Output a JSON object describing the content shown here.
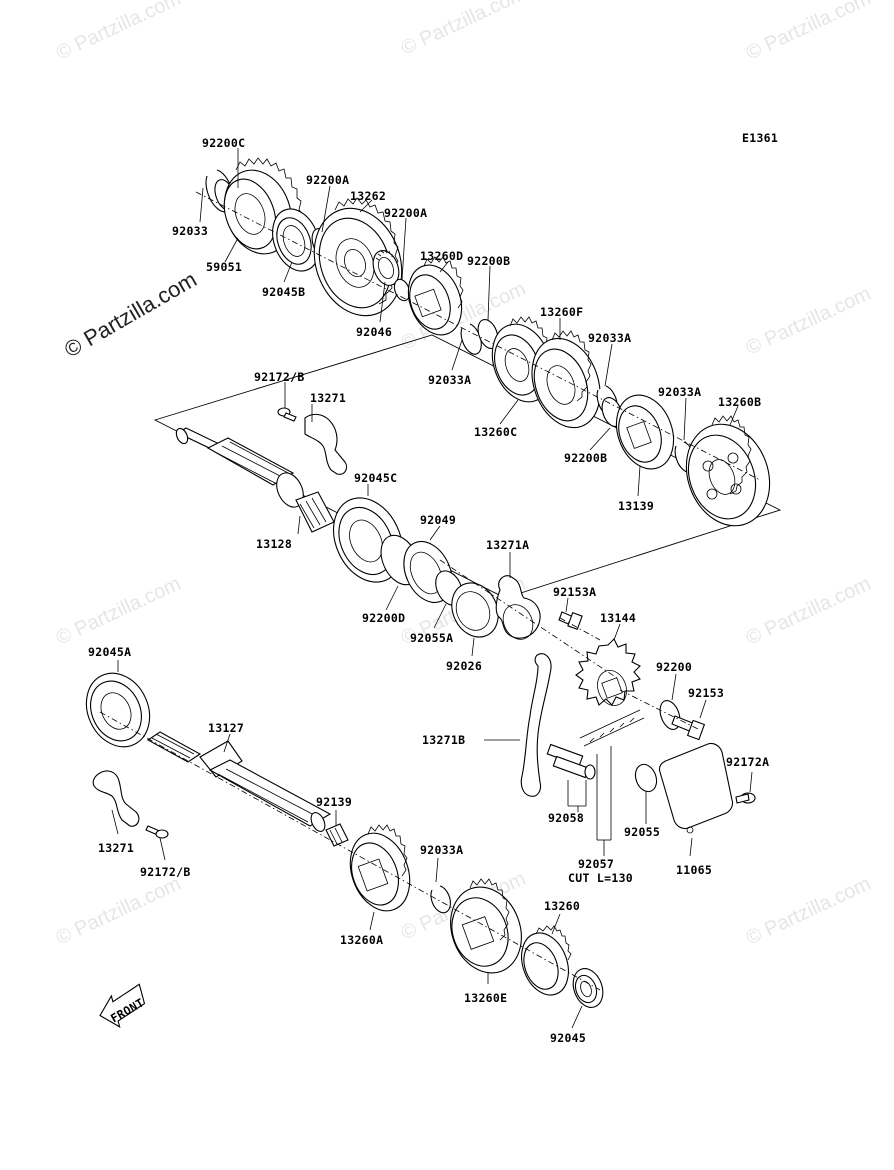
{
  "diagram_code": "E1361",
  "watermark": "© Partzilla.com",
  "watermark_main": "© Partzilla.com",
  "front_label": "FRONT",
  "cut_note": "CUT L=130",
  "parts": {
    "p92200c": "92200C",
    "p92033": "92033",
    "p59051": "59051",
    "p92200a_1": "92200A",
    "p13262": "13262",
    "p92200a_2": "92200A",
    "p92045b": "92045B",
    "p13260d": "13260D",
    "p92046": "92046",
    "p92200b_1": "92200B",
    "p13260f": "13260F",
    "p92033a_1": "92033A",
    "p92033a_2": "92033A",
    "p92033a_3": "92033A",
    "p13260b": "13260B",
    "p13260c": "13260C",
    "p92200b_2": "92200B",
    "p13139": "13139",
    "p92172b_1": "92172/B",
    "p13271_1": "13271",
    "p92045c": "92045C",
    "p13128": "13128",
    "p92049": "92049",
    "p13271a": "13271A",
    "p92200d": "92200D",
    "p92153a": "92153A",
    "p13144": "13144",
    "p92055a": "92055A",
    "p92026": "92026",
    "p92200": "92200",
    "p92153": "92153",
    "p92045a": "92045A",
    "p13127": "13127",
    "p13271b": "13271B",
    "p92172a": "92172A",
    "p92139": "92139",
    "p92058": "92058",
    "p92055": "92055",
    "p13271_2": "13271",
    "p92172b_2": "92172/B",
    "p92057": "92057",
    "p11065": "11065",
    "p92033a_4": "92033A",
    "p13260a": "13260A",
    "p13260": "13260",
    "p13260e": "13260E",
    "p92045": "92045"
  }
}
